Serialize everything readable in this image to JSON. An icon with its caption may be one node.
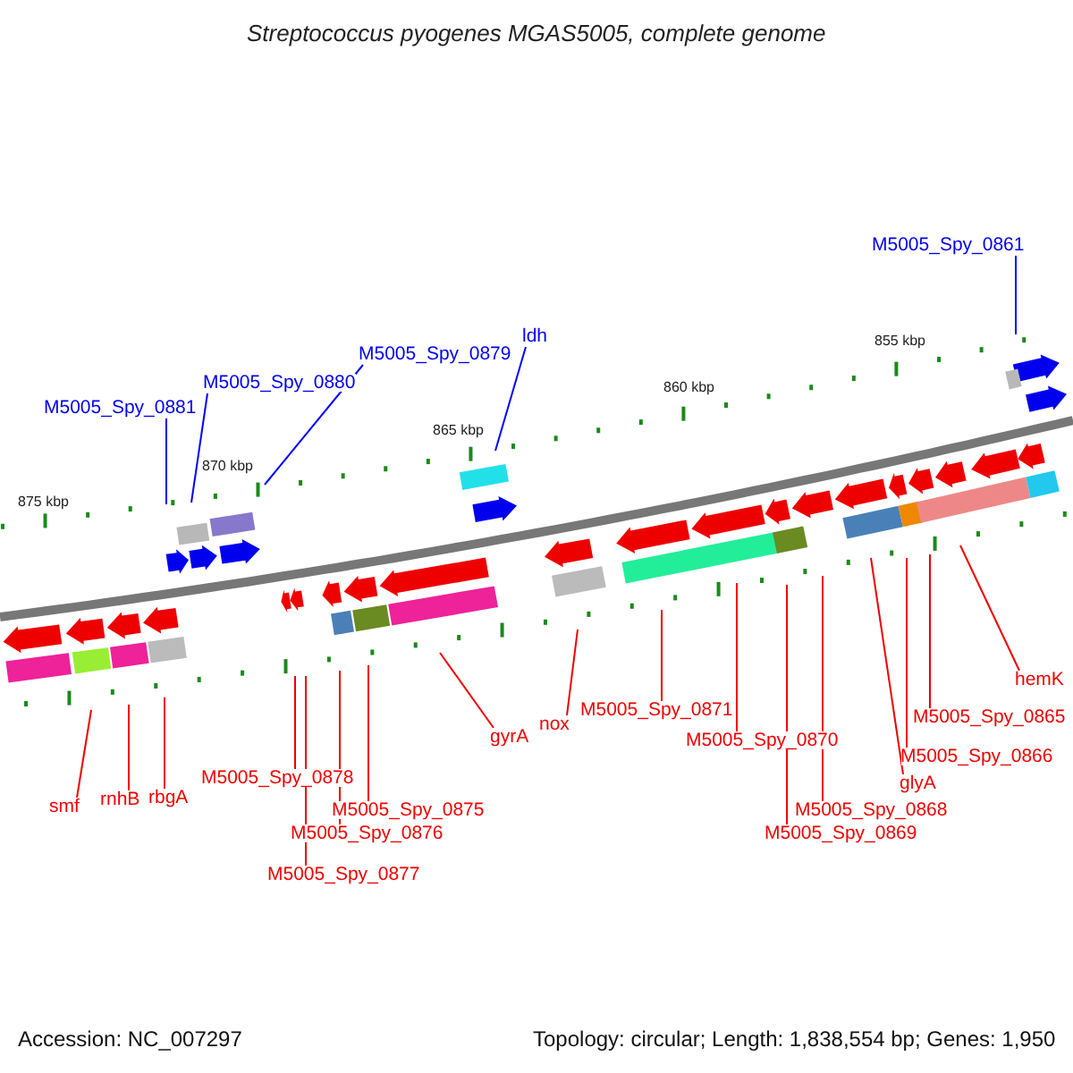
{
  "diagram": {
    "title": "Streptococcus pyogenes MGAS5005, complete genome",
    "nodes": [
      {
        "text": [
          "M5005_Spy_0881"
        ]
      },
      {
        "text": [
          "M5005_Spy_0880"
        ]
      },
      {
        "text": [
          "M5005_Spy_0879"
        ]
      },
      {
        "text": [
          "ldh"
        ]
      },
      {
        "text": [
          "M5005_Spy_0861"
        ]
      },
      {
        "text": [
          "smf"
        ]
      },
      {
        "text": [
          "rnhB"
        ]
      },
      {
        "text": [
          "rbgA"
        ]
      },
      {
        "text": [
          "M5005_Spy_0878"
        ]
      },
      {
        "text": [
          "M5005_Spy_0877"
        ]
      },
      {
        "text": [
          "M5005_Spy_0876"
        ]
      },
      {
        "text": [
          "M5005_Spy_0875"
        ]
      },
      {
        "text": [
          "gyrA"
        ]
      },
      {
        "text": [
          "nox"
        ]
      },
      {
        "text": [
          "M5005_Spy_0871"
        ]
      },
      {
        "text": [
          "M5005_Spy_0870"
        ]
      },
      {
        "text": [
          "M5005_Spy_0869"
        ]
      },
      {
        "text": [
          "M5005_Spy_0868"
        ]
      },
      {
        "text": [
          "glyA"
        ]
      },
      {
        "text": [
          "M5005_Spy_0866"
        ]
      },
      {
        "text": [
          "M5005_Spy_0865"
        ]
      },
      {
        "text": [
          "hemK"
        ]
      }
    ],
    "edges": [
      {
        "from": 0,
        "to": null,
        "arrow": "none",
        "color": "#0000ff"
      },
      {
        "from": 1,
        "to": null,
        "arrow": "none",
        "color": "#0000ff"
      },
      {
        "from": 2,
        "to": null,
        "arrow": "none",
        "color": "#0000ff"
      },
      {
        "from": 3,
        "to": null,
        "arrow": "none",
        "color": "#0000ff"
      },
      {
        "from": 4,
        "to": null,
        "arrow": "none",
        "color": "#0000ff"
      },
      {
        "from": 5,
        "to": null,
        "arrow": "none"
      },
      {
        "from": 6,
        "to": null,
        "arrow": "none"
      },
      {
        "from": 7,
        "to": null,
        "arrow": "none"
      },
      {
        "from": 8,
        "to": null,
        "arrow": "none"
      },
      {
        "from": 9,
        "to": null,
        "arrow": "none"
      },
      {
        "from": 10,
        "to": null,
        "arrow": "none"
      },
      {
        "from": 11,
        "to": null,
        "arrow": "none"
      },
      {
        "from": 12,
        "to": null,
        "arrow": "none"
      },
      {
        "from": 13,
        "to": null,
        "arrow": "none"
      },
      {
        "from": 14,
        "to": null,
        "arrow": "none"
      },
      {
        "from": 15,
        "to": null,
        "arrow": "none"
      },
      {
        "from": 16,
        "to": null,
        "arrow": "none"
      },
      {
        "from": 17,
        "to": null,
        "arrow": "none"
      },
      {
        "from": 18,
        "to": null,
        "arrow": "none"
      },
      {
        "from": 19,
        "to": null,
        "arrow": "none"
      },
      {
        "from": 20,
        "to": null,
        "arrow": "none"
      },
      {
        "from": 21,
        "to": null,
        "arrow": "none"
      }
    ],
    "labels": [
      "875 kbp",
      "870 kbp",
      "865 kbp",
      "860 kbp",
      "855 kbp",
      "Accession: NC_007297",
      "Topology: circular; Length: 1,838,554 bp; Genes: 1,950"
    ]
  }
}
